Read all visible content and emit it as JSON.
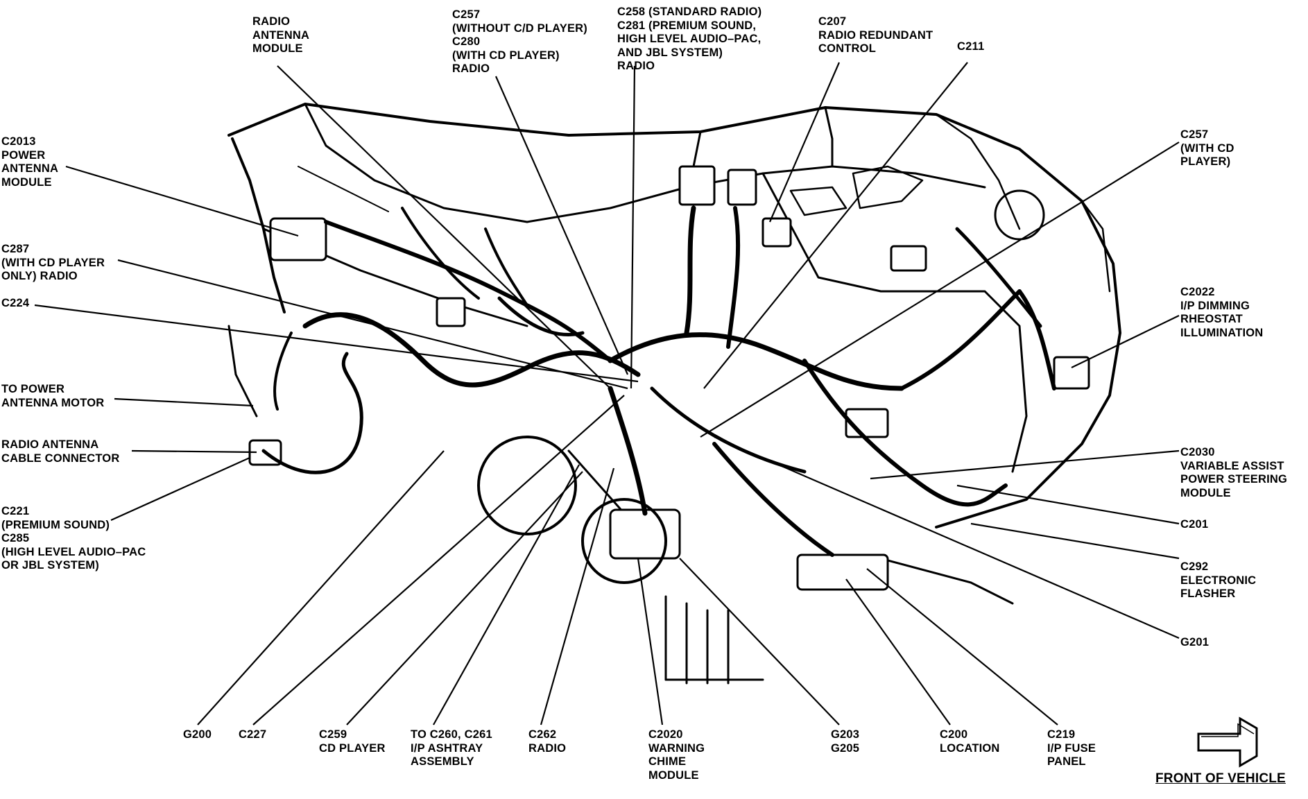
{
  "diagram": {
    "callouts": [
      {
        "id": "radio-antenna-module",
        "text": "RADIO\nANTENNA\nMODULE"
      },
      {
        "id": "c257-c280-radio",
        "text": "C257\n(WITHOUT C/D PLAYER)\nC280\n(WITH CD PLAYER)\nRADIO"
      },
      {
        "id": "c258-c281-radio",
        "text": "C258 (STANDARD RADIO)\nC281 (PREMIUM SOUND,\nHIGH LEVEL AUDIO–PAC,\nAND JBL SYSTEM)\nRADIO"
      },
      {
        "id": "c207-redundant-control",
        "text": "C207\nRADIO REDUNDANT\nCONTROL"
      },
      {
        "id": "c211",
        "text": "C211"
      },
      {
        "id": "c2013-power-antenna",
        "text": "C2013\nPOWER\nANTENNA\nMODULE"
      },
      {
        "id": "c287-cd-radio",
        "text": "C287\n(WITH CD PLAYER\nONLY) RADIO"
      },
      {
        "id": "c224",
        "text": "C224"
      },
      {
        "id": "to-power-antenna-motor",
        "text": "TO POWER\nANTENNA MOTOR"
      },
      {
        "id": "radio-antenna-cable-connector",
        "text": "RADIO ANTENNA\nCABLE CONNECTOR"
      },
      {
        "id": "c221-c285",
        "text": "C221\n(PREMIUM SOUND)\nC285\n(HIGH LEVEL AUDIO–PAC\nOR JBL SYSTEM)"
      },
      {
        "id": "c257-with-cd",
        "text": "C257\n(WITH CD\nPLAYER)"
      },
      {
        "id": "c2022-dimming",
        "text": "C2022\nI/P DIMMING\nRHEOSTAT\nILLUMINATION"
      },
      {
        "id": "c2030-power-steering",
        "text": "C2030\nVARIABLE ASSIST\nPOWER STEERING\nMODULE"
      },
      {
        "id": "c201",
        "text": "C201"
      },
      {
        "id": "c292-flasher",
        "text": "C292\nELECTRONIC\nFLASHER"
      },
      {
        "id": "g201",
        "text": "G201"
      },
      {
        "id": "g200",
        "text": "G200"
      },
      {
        "id": "c227",
        "text": "C227"
      },
      {
        "id": "c259-cd-player",
        "text": "C259\nCD PLAYER"
      },
      {
        "id": "c260-c261-ashtray",
        "text": "TO C260, C261\nI/P ASHTRAY\nASSEMBLY"
      },
      {
        "id": "c262-radio",
        "text": "C262\nRADIO"
      },
      {
        "id": "c2020-chime",
        "text": "C2020\nWARNING\nCHIME\nMODULE"
      },
      {
        "id": "g203-g205",
        "text": "G203\nG205"
      },
      {
        "id": "c200-location",
        "text": "C200\nLOCATION"
      },
      {
        "id": "c219-fuse-panel",
        "text": "C219\nI/P FUSE\nPANEL"
      }
    ],
    "front_of_vehicle": "FRONT OF VEHICLE",
    "front_arrow_icon": "front-arrow-icon"
  }
}
